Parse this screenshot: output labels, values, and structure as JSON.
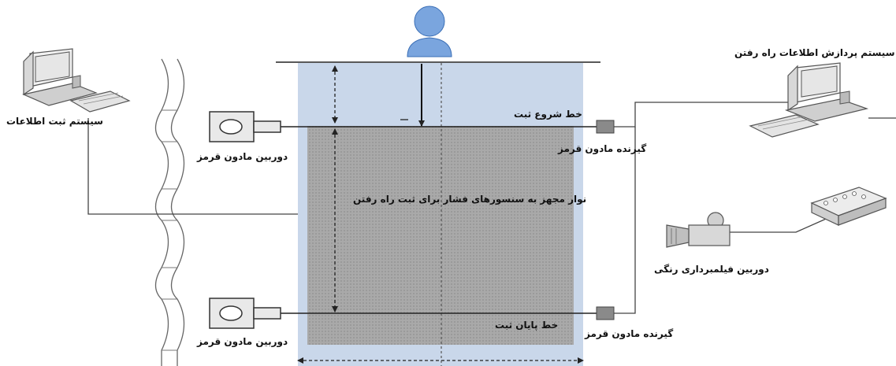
{
  "labels": {
    "info_record_system": "سیستم ثبت اطلاعات",
    "gait_processing_system": "سیستم پردازش اطلاعات راه رفتن",
    "ir_camera_top": "دوربین مادون قرمز",
    "ir_camera_bottom": "دوربین مادون قرمز",
    "record_start_line": "خط شروع ثبت",
    "record_end_line": "خط پایان ثبت",
    "ir_receiver_top": "گیرنده مادون قرمز",
    "ir_receiver_bottom": "گیرنده مادون قرمز",
    "pressure_walkway": "نوار مجهز به سنسورهای فشار برای ثبت راه رفتن",
    "color_video_camera": "دوربین فیلمبرداری رنگی"
  },
  "colors": {
    "walkway_fill": "#c9d7ea",
    "sensor_fill": "#a7a7a7",
    "person_fill": "#7aa5de",
    "line": "#333333"
  },
  "icons": {
    "person": "person-icon",
    "computer": "computer-icon",
    "camera": "camera-icon",
    "receiver": "receiver-icon",
    "switch": "network-switch-icon",
    "video_camera": "video-camera-icon"
  }
}
